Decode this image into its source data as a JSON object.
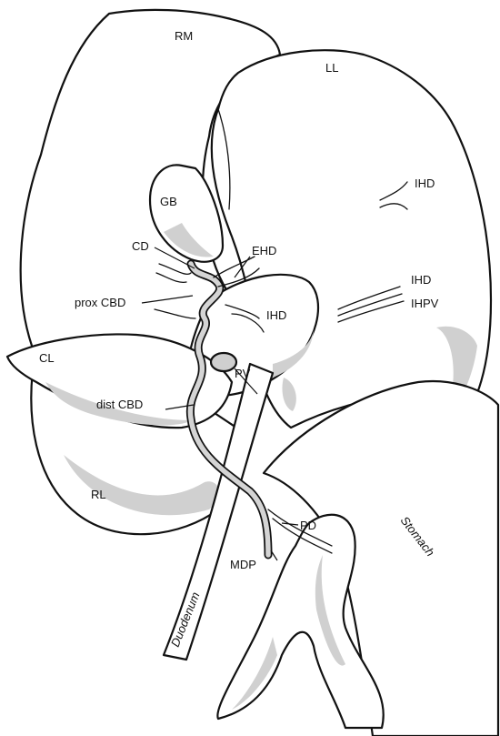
{
  "labels": {
    "rm": "RM",
    "ll": "LL",
    "ihd_top": "IHD",
    "gb": "GB",
    "cd": "CD",
    "ehd": "EHD",
    "prox_cbd": "prox CBD",
    "ihd_middle": "IHD",
    "ihd_right": "IHD",
    "ihpv": "IHPV",
    "cl": "CL",
    "pv": "PV",
    "dist_cbd": "dist CBD",
    "rl": "RL",
    "pd": "PD",
    "stomach": "Stomach",
    "mdp": "MDP",
    "duodenum": "Duodenum"
  }
}
